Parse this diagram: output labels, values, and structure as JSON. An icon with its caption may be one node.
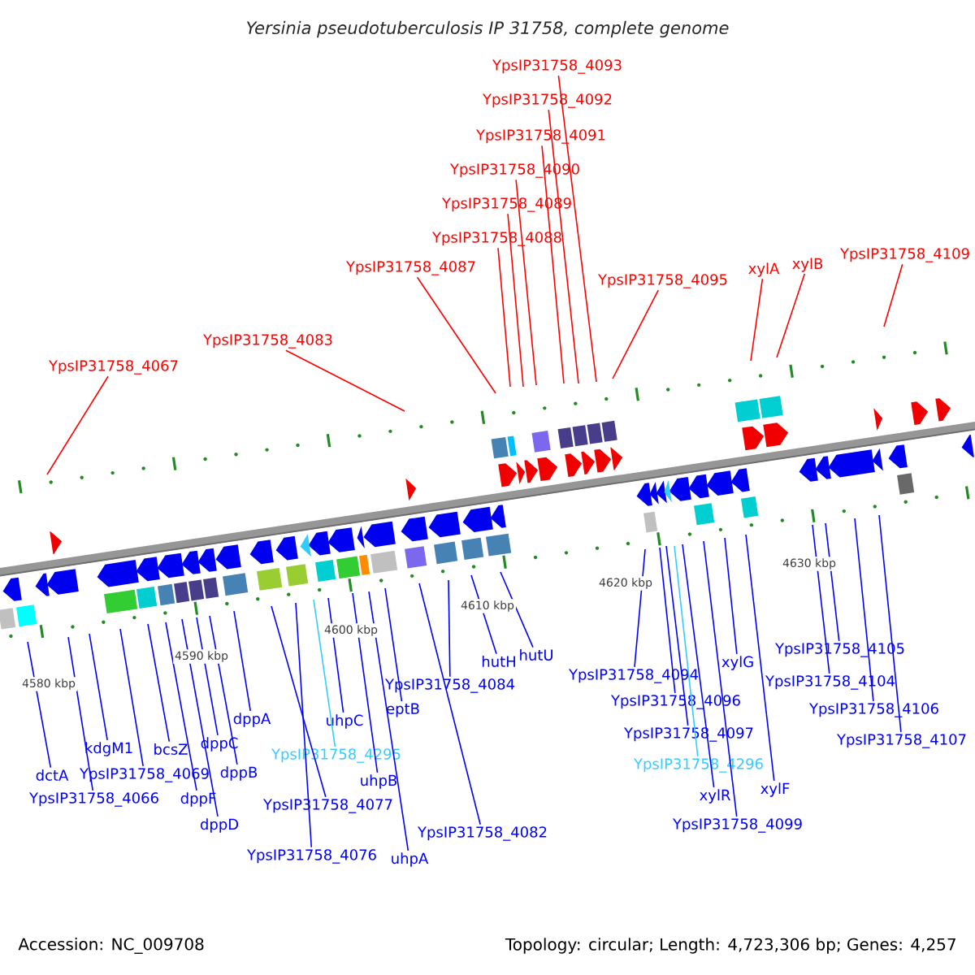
{
  "diagram": {
    "title": "Yersinia pseudotuberculosis IP 31758, complete genome",
    "nodes": [
      {
        "text": [
          "YpsIP31758_4093"
        ]
      },
      {
        "text": [
          "YpsIP31758_4092"
        ]
      },
      {
        "text": [
          "YpsIP31758_4091"
        ]
      },
      {
        "text": [
          "YpsIP31758_4090"
        ]
      },
      {
        "text": [
          "YpsIP31758_4089"
        ]
      },
      {
        "text": [
          "YpsIP31758_4088"
        ]
      },
      {
        "text": [
          "YpsIP31758_4087"
        ]
      },
      {
        "text": [
          "YpsIP31758_4095"
        ]
      },
      {
        "text": [
          "xylA"
        ]
      },
      {
        "text": [
          "xylB"
        ]
      },
      {
        "text": [
          "YpsIP31758_4109"
        ]
      },
      {
        "text": [
          "YpsIP31758_4083"
        ]
      },
      {
        "text": [
          "YpsIP31758_4067"
        ]
      },
      {
        "text": [
          "dctA"
        ]
      },
      {
        "text": [
          "YpsIP31758_4066"
        ]
      },
      {
        "text": [
          "kdgM1"
        ]
      },
      {
        "text": [
          "YpsIP31758_4069"
        ]
      },
      {
        "text": [
          "bcsZ"
        ]
      },
      {
        "text": [
          "dppF"
        ]
      },
      {
        "text": [
          "dppD"
        ]
      },
      {
        "text": [
          "dppC"
        ]
      },
      {
        "text": [
          "dppB"
        ]
      },
      {
        "text": [
          "dppA"
        ]
      },
      {
        "text": [
          "YpsIP31758_4295"
        ]
      },
      {
        "text": [
          "uhpC"
        ]
      },
      {
        "text": [
          "YpsIP31758_4077"
        ]
      },
      {
        "text": [
          "YpsIP31758_4076"
        ]
      },
      {
        "text": [
          "uhpB"
        ]
      },
      {
        "text": [
          "uhpA"
        ]
      },
      {
        "text": [
          "eptB"
        ]
      },
      {
        "text": [
          "YpsIP31758_4084"
        ]
      },
      {
        "text": [
          "YpsIP31758_4082"
        ]
      },
      {
        "text": [
          "hutH"
        ]
      },
      {
        "text": [
          "hutU"
        ]
      },
      {
        "text": [
          "YpsIP31758_4094"
        ]
      },
      {
        "text": [
          "YpsIP31758_4096"
        ]
      },
      {
        "text": [
          "YpsIP31758_4097"
        ]
      },
      {
        "text": [
          "YpsIP31758_4296"
        ]
      },
      {
        "text": [
          "xylR"
        ]
      },
      {
        "text": [
          "YpsIP31758_4099"
        ]
      },
      {
        "text": [
          "xylG"
        ]
      },
      {
        "text": [
          "xylF"
        ]
      },
      {
        "text": [
          "YpsIP31758_4105"
        ]
      },
      {
        "text": [
          "YpsIP31758_4104"
        ]
      },
      {
        "text": [
          "YpsIP31758_4106"
        ]
      },
      {
        "text": [
          "YpsIP31758_4107"
        ]
      }
    ],
    "edges": [
      {
        "from": 0,
        "to": null,
        "arrow": "none",
        "color": "#ff0000"
      },
      {
        "from": 1,
        "to": null,
        "arrow": "none",
        "color": "#ff0000"
      },
      {
        "from": 2,
        "to": null,
        "arrow": "none",
        "color": "#ff0000"
      },
      {
        "from": 3,
        "to": null,
        "arrow": "none",
        "color": "#ff0000"
      },
      {
        "from": 4,
        "to": null,
        "arrow": "none",
        "color": "#ff0000"
      },
      {
        "from": 5,
        "to": null,
        "arrow": "none",
        "color": "#ff0000"
      },
      {
        "from": 6,
        "to": null,
        "arrow": "none",
        "color": "#ff0000"
      },
      {
        "from": 7,
        "to": null,
        "arrow": "none",
        "color": "#ff0000"
      },
      {
        "from": 8,
        "to": null,
        "arrow": "none",
        "color": "#ff0000"
      },
      {
        "from": 9,
        "to": null,
        "arrow": "none",
        "color": "#ff0000"
      },
      {
        "from": 10,
        "to": null,
        "arrow": "none",
        "color": "#ff0000"
      },
      {
        "from": 11,
        "to": null,
        "arrow": "none",
        "color": "#ff0000"
      },
      {
        "from": 12,
        "to": null,
        "arrow": "none",
        "color": "#ff0000"
      },
      {
        "from": 13,
        "to": null,
        "arrow": "none"
      },
      {
        "from": 14,
        "to": null,
        "arrow": "none"
      },
      {
        "from": 15,
        "to": null,
        "arrow": "none"
      },
      {
        "from": 16,
        "to": null,
        "arrow": "none"
      },
      {
        "from": 17,
        "to": null,
        "arrow": "none"
      },
      {
        "from": 18,
        "to": null,
        "arrow": "none"
      },
      {
        "from": 19,
        "to": null,
        "arrow": "none"
      },
      {
        "from": 20,
        "to": null,
        "arrow": "none"
      },
      {
        "from": 21,
        "to": null,
        "arrow": "none"
      },
      {
        "from": 22,
        "to": null,
        "arrow": "none"
      },
      {
        "from": 23,
        "to": null,
        "arrow": "none",
        "color": "#33ccff"
      },
      {
        "from": 24,
        "to": null,
        "arrow": "none"
      },
      {
        "from": 25,
        "to": null,
        "arrow": "none"
      },
      {
        "from": 26,
        "to": null,
        "arrow": "none"
      },
      {
        "from": 27,
        "to": null,
        "arrow": "none"
      },
      {
        "from": 28,
        "to": null,
        "arrow": "none"
      },
      {
        "from": 29,
        "to": null,
        "arrow": "none"
      },
      {
        "from": 30,
        "to": null,
        "arrow": "none"
      },
      {
        "from": 31,
        "to": null,
        "arrow": "none"
      },
      {
        "from": 32,
        "to": null,
        "arrow": "none"
      },
      {
        "from": 33,
        "to": null,
        "arrow": "none"
      },
      {
        "from": 34,
        "to": null,
        "arrow": "none"
      },
      {
        "from": 35,
        "to": null,
        "arrow": "none"
      },
      {
        "from": 36,
        "to": null,
        "arrow": "none"
      },
      {
        "from": 37,
        "to": null,
        "arrow": "none",
        "color": "#33ccff"
      },
      {
        "from": 38,
        "to": null,
        "arrow": "none"
      },
      {
        "from": 39,
        "to": null,
        "arrow": "none"
      },
      {
        "from": 40,
        "to": null,
        "arrow": "none"
      },
      {
        "from": 41,
        "to": null,
        "arrow": "none"
      },
      {
        "from": 42,
        "to": null,
        "arrow": "none"
      },
      {
        "from": 43,
        "to": null,
        "arrow": "none"
      },
      {
        "from": 44,
        "to": null,
        "arrow": "none"
      },
      {
        "from": 45,
        "to": null,
        "arrow": "none"
      }
    ],
    "labels": [
      "4580 kbp",
      "4590 kbp",
      "4600 kbp",
      "4610 kbp",
      "4620 kbp",
      "4630 kbp",
      "Accession: NC_009708",
      "Topology: circular; Length: 4,723,306 bp; Genes: 4,257"
    ]
  }
}
